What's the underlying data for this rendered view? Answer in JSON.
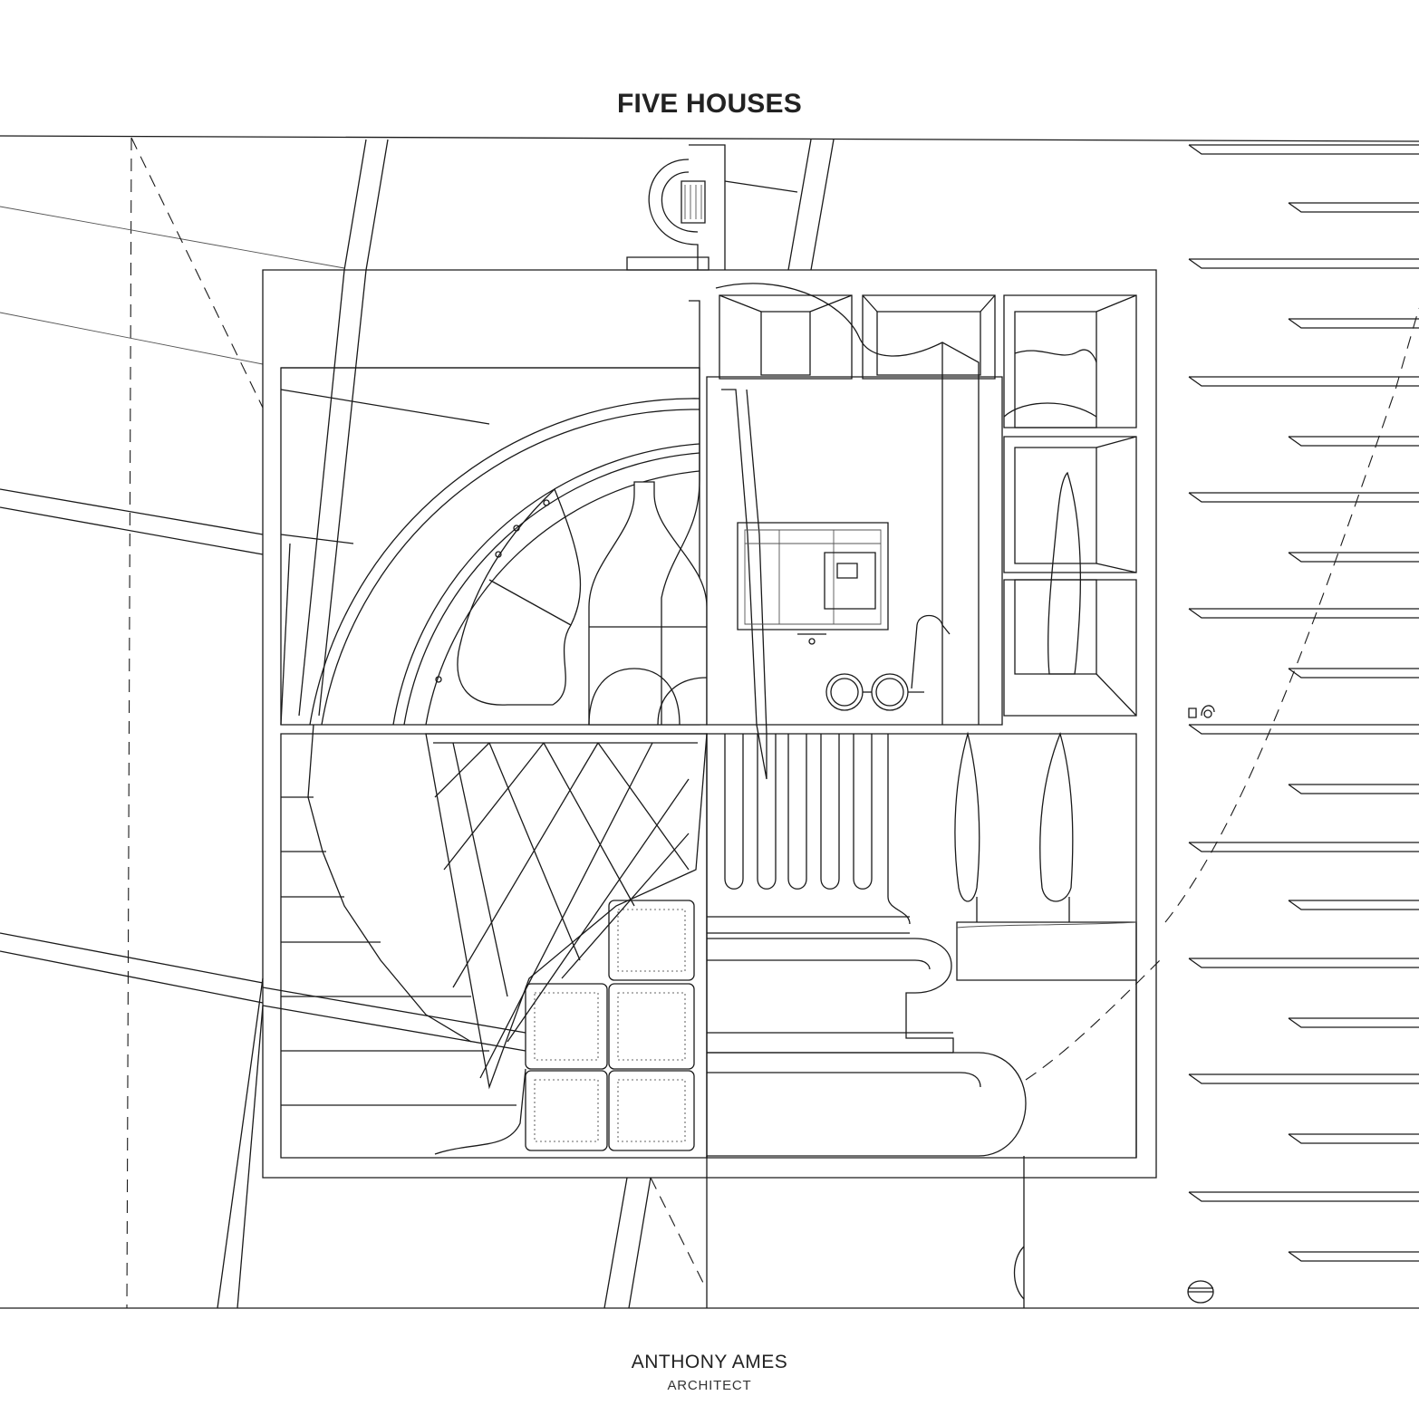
{
  "poster": {
    "title": "FIVE HOUSES",
    "author": "ANTHONY AMES",
    "role": "ARCHITECT"
  },
  "drawing": {
    "icons": [
      "door-icon",
      "bottle-icon",
      "basketball-net-icon",
      "eyeglasses-icon",
      "cypress-tree-icon",
      "column-base-icon",
      "tile-grid-icon",
      "window-bay-icon",
      "shower-icon"
    ]
  }
}
